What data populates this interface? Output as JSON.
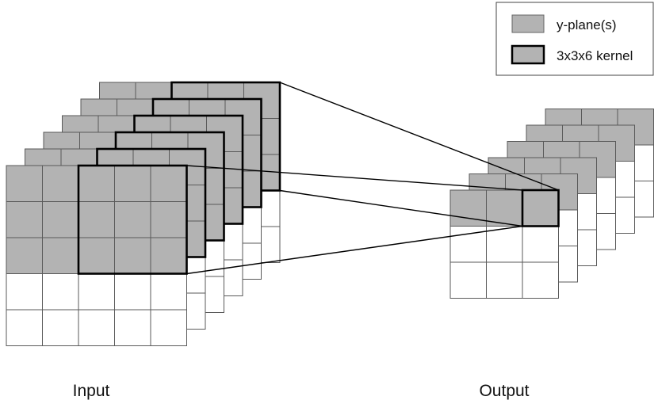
{
  "legend": {
    "items": [
      {
        "label": "y-plane(s)",
        "swatch": "gray-fill"
      },
      {
        "label": "3x3x6 kernel",
        "swatch": "gray-fill-bold-outline"
      }
    ]
  },
  "labels": {
    "input": "Input",
    "output": "Output"
  },
  "input_volume": {
    "planes": 6,
    "rows": 5,
    "cols": 5,
    "shaded_rows": 3,
    "kernel_size": 3
  },
  "output_volume": {
    "planes": 6,
    "rows": 3,
    "cols": 3,
    "shaded_rows": 1,
    "kernel_cell": 1
  },
  "colors": {
    "shade": "#b3b3b3",
    "grid": "#5a5a5a",
    "outline": "#000000",
    "background": "#ffffff"
  }
}
